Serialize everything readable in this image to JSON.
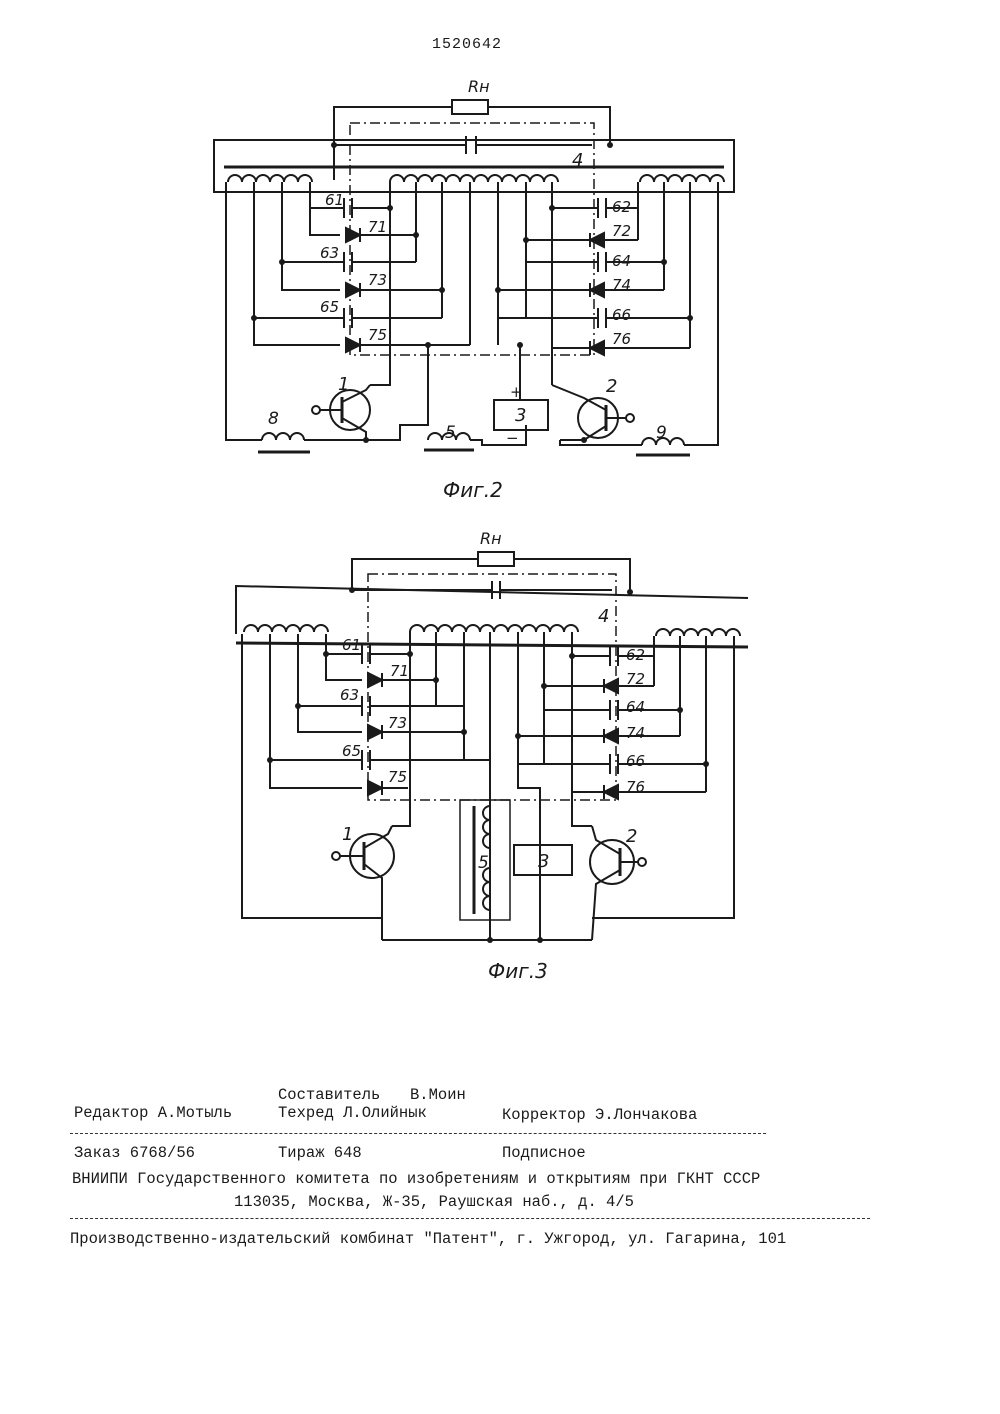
{
  "page": {
    "patent_number": "1520642"
  },
  "figure2": {
    "caption": "Фиг.2",
    "labels": {
      "load": "Rн",
      "block": "4",
      "c1": "61",
      "c2": "62",
      "c3": "63",
      "c4": "64",
      "c5": "65",
      "c6": "66",
      "d1": "71",
      "d2": "72",
      "d3": "73",
      "d4": "74",
      "d5": "75",
      "d6": "76",
      "t1": "1",
      "t2": "2",
      "source": "3",
      "choke5": "5",
      "choke8": "8",
      "choke9": "9",
      "plus": "+",
      "minus": "−"
    }
  },
  "figure3": {
    "caption": "Фиг.3",
    "labels": {
      "load": "Rн",
      "block": "4",
      "c1": "61",
      "c2": "62",
      "c3": "63",
      "c4": "64",
      "c5": "65",
      "c6": "66",
      "d1": "71",
      "d2": "72",
      "d3": "73",
      "d4": "74",
      "d5": "75",
      "d6": "76",
      "t1": "1",
      "t2": "2",
      "source": "3",
      "choke5": "5"
    }
  },
  "footer": {
    "compiler_label": "Составитель",
    "compiler_name": "В.Моин",
    "editor": "Редактор А.Мотыль",
    "techred": "Техред Л.Олийнык",
    "corrector": "Корректор Э.Лончакова",
    "order": "Заказ 6768/56",
    "circulation": "Тираж 648",
    "subscription": "Подписное",
    "institute": "ВНИИПИ Государственного комитета по изобретениям и открытиям при ГКНТ СССР",
    "address": "113035, Москва, Ж-35, Раушская наб., д. 4/5",
    "printer": "Производственно-издательский комбинат \"Патент\", г. Ужгород, ул. Гагарина, 101"
  }
}
